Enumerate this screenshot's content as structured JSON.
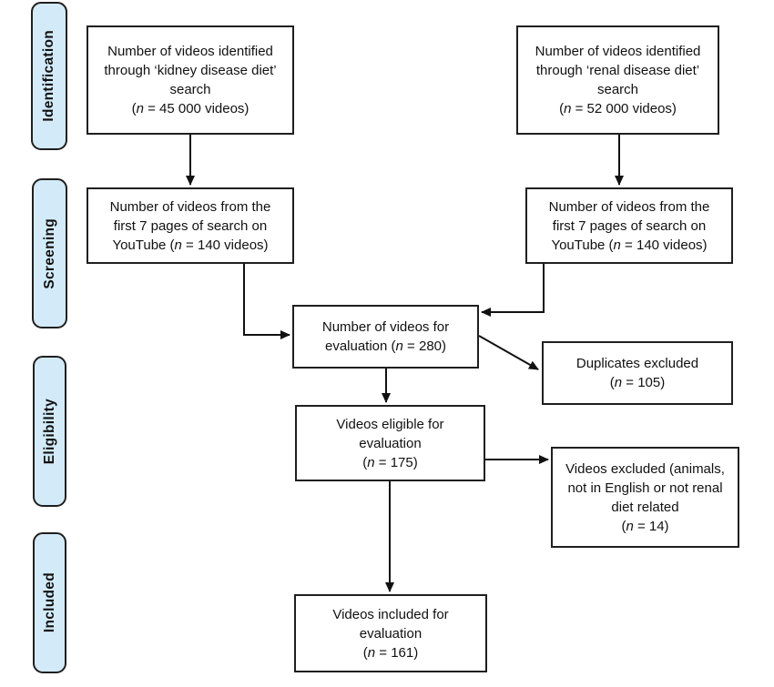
{
  "colors": {
    "background": "#ffffff",
    "stage_fill": "#d3ebf8",
    "stage_border": "#1f1f1f",
    "box_fill": "#ffffff",
    "box_border": "#1f1f1f",
    "arrow": "#111111",
    "text": "#111111"
  },
  "stages": [
    {
      "label": "Identification"
    },
    {
      "label": "Screening"
    },
    {
      "label": "Eligibility"
    },
    {
      "label": "Included"
    }
  ],
  "boxes": {
    "kidney_search": {
      "lines": [
        "Number of videos identified",
        "through ‘kidney disease diet’",
        "search",
        "(n = 45 000 videos)"
      ]
    },
    "renal_search": {
      "lines": [
        "Number of videos identified",
        "through ‘renal disease diet’",
        "search",
        "(n = 52 000 videos)"
      ]
    },
    "screen_kidney": {
      "lines": [
        "Number of videos from the",
        "first 7 pages of search on",
        "YouTube (n = 140 videos)"
      ]
    },
    "screen_renal": {
      "lines": [
        "Number of videos from the",
        "first 7 pages of search on",
        "YouTube (n = 140 videos)"
      ]
    },
    "evaluation": {
      "lines": [
        "Number of videos for",
        "evaluation (n = 280)"
      ]
    },
    "duplicates": {
      "lines": [
        "Duplicates excluded",
        "(n = 105)"
      ]
    },
    "eligible": {
      "lines": [
        "Videos eligible for",
        "evaluation",
        "(n = 175)"
      ]
    },
    "excluded": {
      "lines": [
        "Videos excluded (animals,",
        "not in English or not renal",
        "diet related",
        "(n = 14)"
      ]
    },
    "included": {
      "lines": [
        "Videos included for",
        "evaluation",
        "(n = 161)"
      ]
    }
  }
}
